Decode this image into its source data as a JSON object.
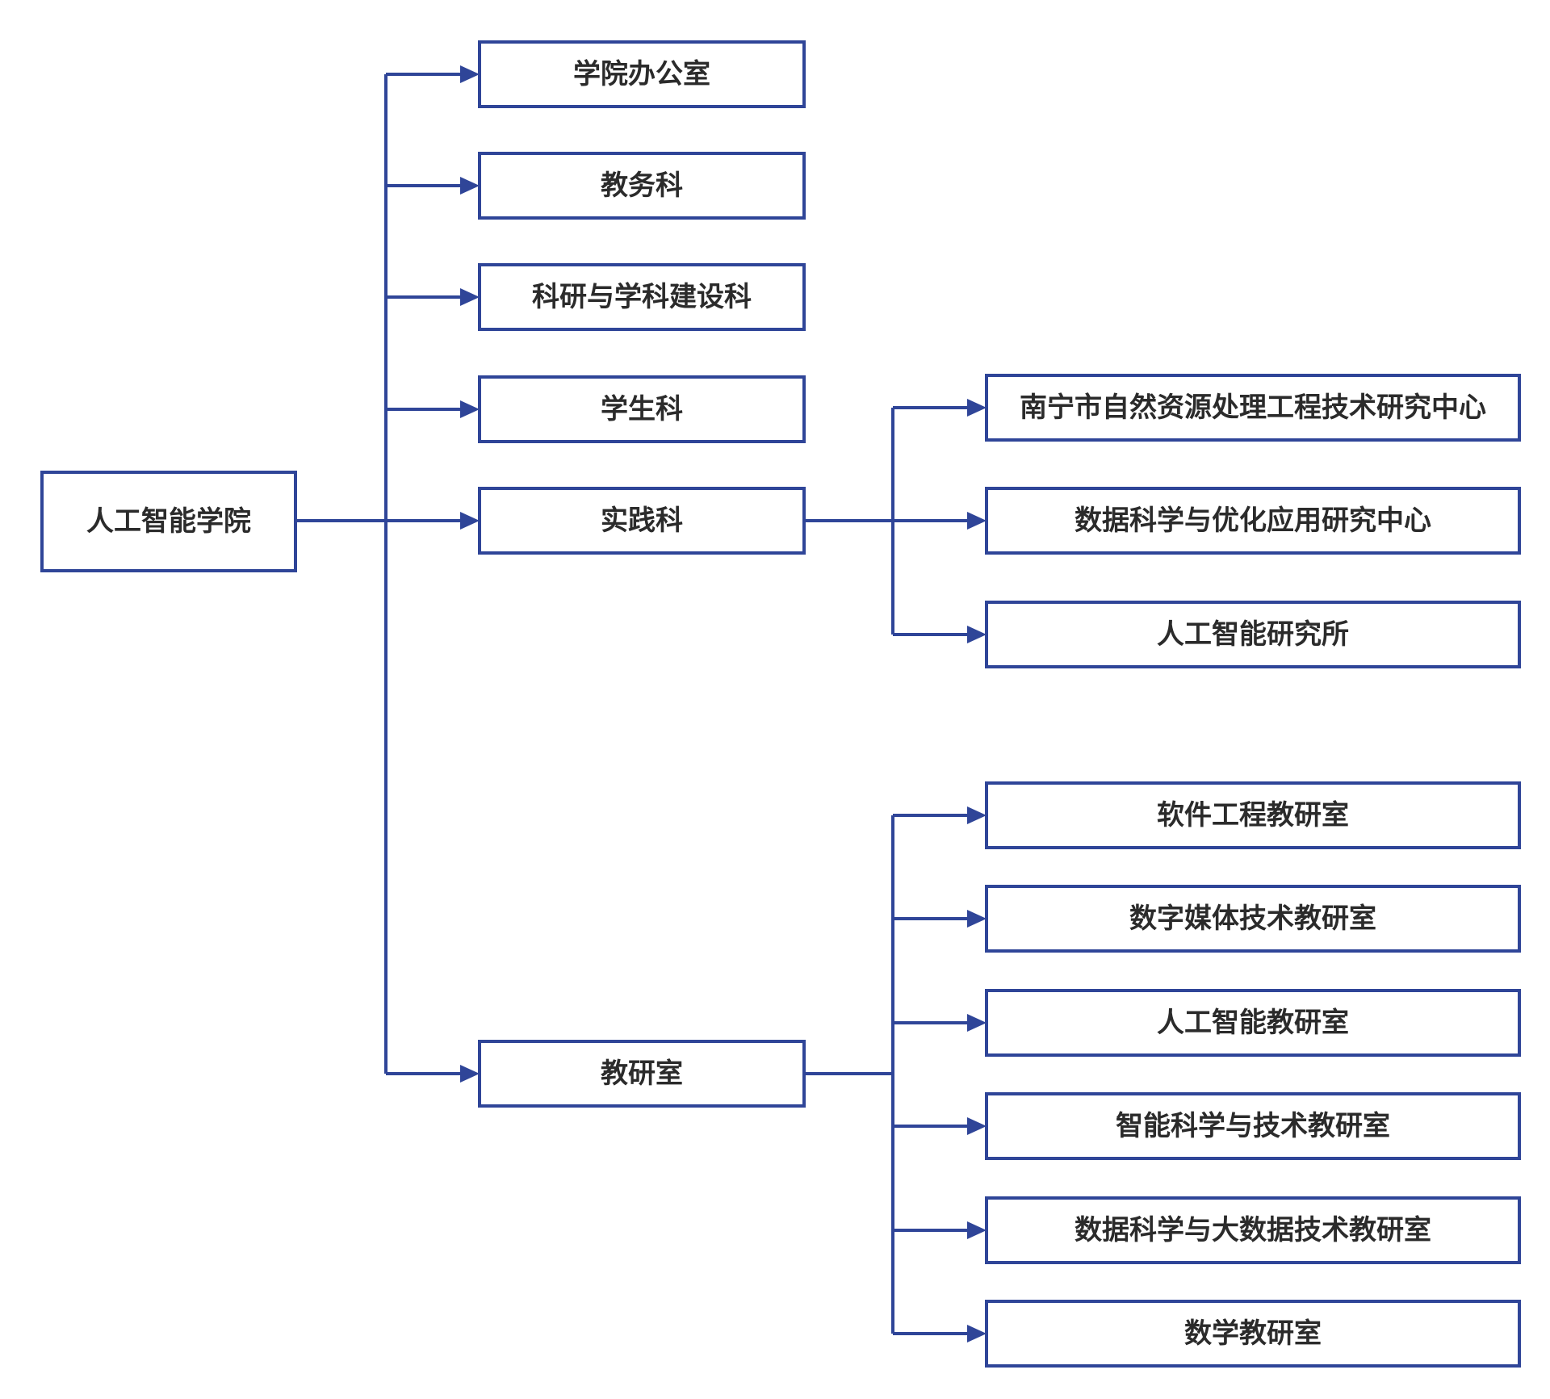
{
  "colors": {
    "line": "#2f4598",
    "text": "#2b2b2b",
    "background": "#ffffff"
  },
  "root": "人工智能学院",
  "departments": [
    "学院办公室",
    "教务科",
    "科研与学科建设科",
    "学生科",
    "实践科",
    "教研室"
  ],
  "practice_units": [
    "南宁市自然资源处理工程技术研究中心",
    "数据科学与优化应用研究中心",
    "人工智能研究所"
  ],
  "teaching_offices": [
    "软件工程教研室",
    "数字媒体技术教研室",
    "人工智能教研室",
    "智能科学与技术教研室",
    "数据科学与大数据技术教研室",
    "数学教研室"
  ]
}
